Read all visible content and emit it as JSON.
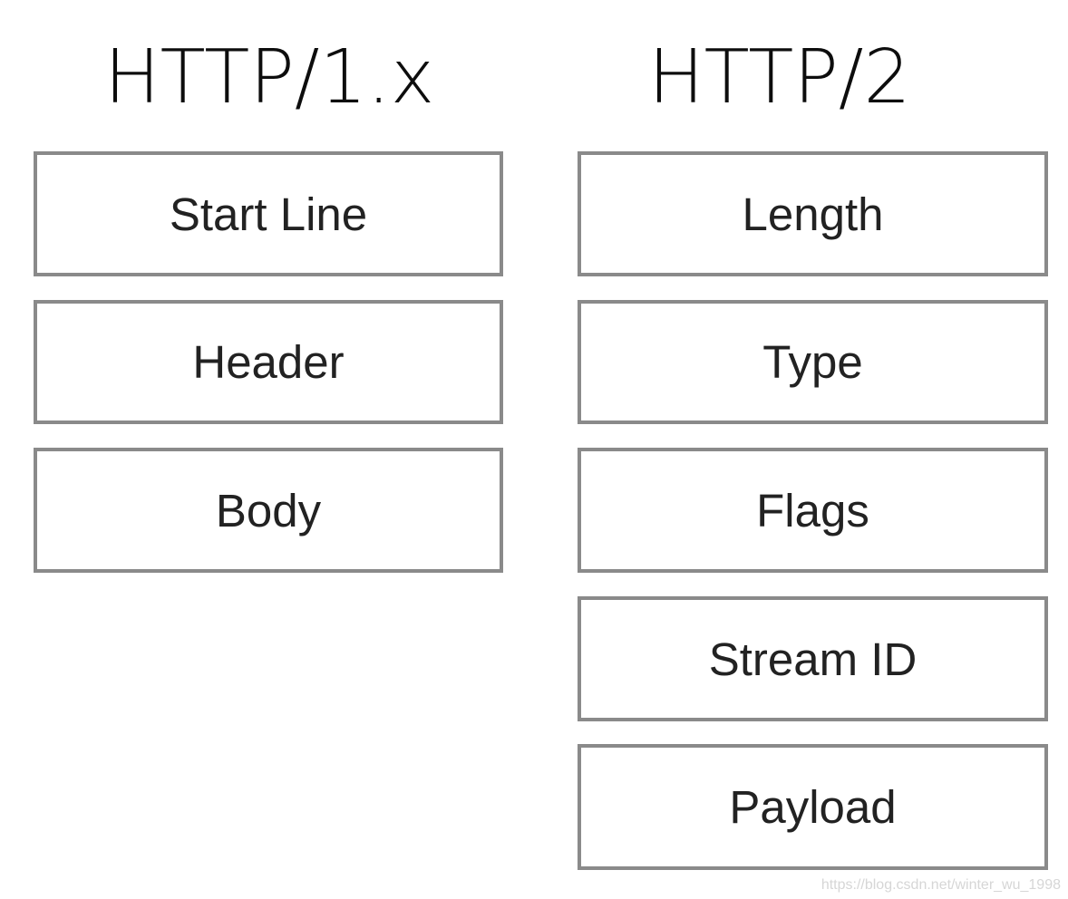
{
  "left_column": {
    "title": "HTTP/1.x",
    "fields": [
      "Start Line",
      "Header",
      "Body"
    ]
  },
  "right_column": {
    "title": "HTTP/2",
    "fields": [
      "Length",
      "Type",
      "Flags",
      "Stream ID",
      "Payload"
    ]
  },
  "watermark": "https://blog.csdn.net/winter_wu_1998",
  "colors": {
    "box_border": "#8a8a8a",
    "text": "#222222",
    "background": "#ffffff"
  }
}
